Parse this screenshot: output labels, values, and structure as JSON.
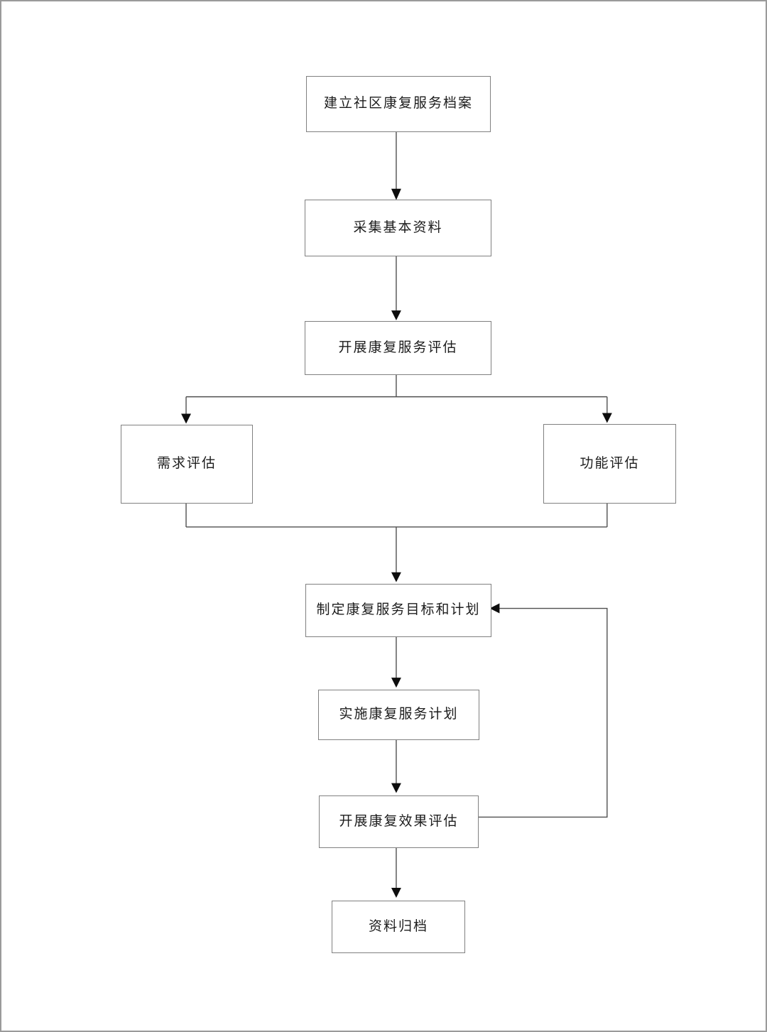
{
  "page": {
    "background_color": "#ffffff",
    "border_color": "#9a9a9a"
  },
  "diagram": {
    "type": "flowchart",
    "title": "",
    "box_border_color": "#808080",
    "line_color": "#4f4f4f",
    "arrow_color": "#0d0d0d",
    "text_color": "#1c1c1c",
    "nodes": [
      {
        "id": "create-archive",
        "label": "建立社区康复服务档案"
      },
      {
        "id": "collect-basic-info",
        "label": "采集基本资料"
      },
      {
        "id": "service-assessment",
        "label": "开展康复服务评估"
      },
      {
        "id": "needs-assessment",
        "label": "需求评估"
      },
      {
        "id": "function-assessment",
        "label": "功能评估"
      },
      {
        "id": "set-goals-plan",
        "label": "制定康复服务目标和计划"
      },
      {
        "id": "implement-plan",
        "label": "实施康复服务计划"
      },
      {
        "id": "effect-assessment",
        "label": "开展康复效果评估"
      },
      {
        "id": "archive-data",
        "label": "资料归档"
      }
    ],
    "edges": [
      {
        "from": "create-archive",
        "to": "collect-basic-info",
        "type": "arrow"
      },
      {
        "from": "collect-basic-info",
        "to": "service-assessment",
        "type": "arrow"
      },
      {
        "from": "service-assessment",
        "to": "needs-assessment",
        "type": "arrow-branch"
      },
      {
        "from": "service-assessment",
        "to": "function-assessment",
        "type": "arrow-branch"
      },
      {
        "from": "needs-assessment",
        "to": "set-goals-plan",
        "type": "arrow-merge"
      },
      {
        "from": "function-assessment",
        "to": "set-goals-plan",
        "type": "arrow-merge"
      },
      {
        "from": "set-goals-plan",
        "to": "implement-plan",
        "type": "arrow"
      },
      {
        "from": "implement-plan",
        "to": "effect-assessment",
        "type": "arrow"
      },
      {
        "from": "effect-assessment",
        "to": "archive-data",
        "type": "arrow"
      },
      {
        "from": "effect-assessment",
        "to": "set-goals-plan",
        "type": "arrow-feedback-loop"
      }
    ]
  }
}
